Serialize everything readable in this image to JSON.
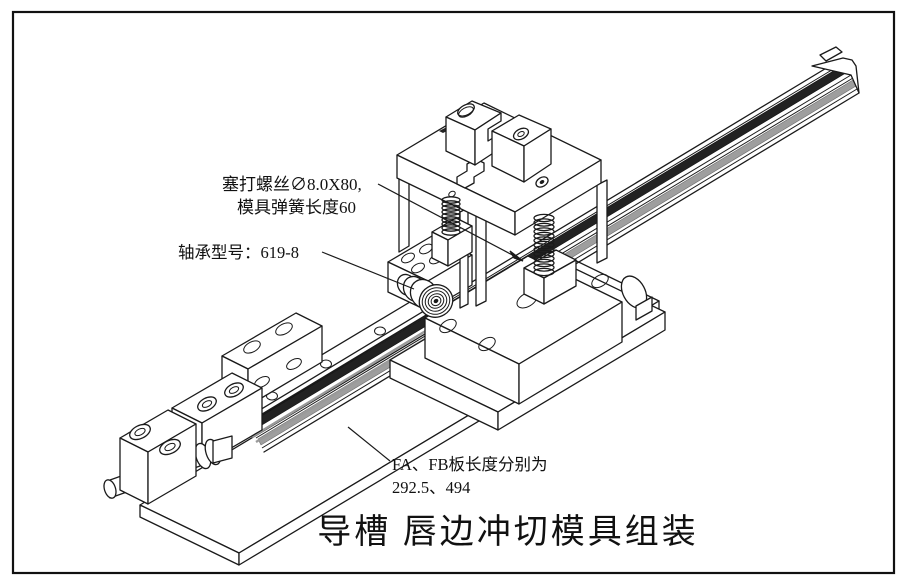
{
  "title": {
    "text": "导槽 唇边冲切模具组装"
  },
  "annotations": {
    "screw": {
      "line1": "塞打螺丝∅8.0X80,",
      "line2": "模具弹簧长度60"
    },
    "bearing": {
      "text": "轴承型号：619-8"
    },
    "plates": {
      "line1": "FA、FB板长度分别为",
      "line2": "292.5、494"
    }
  },
  "colors": {
    "line": "#1a1a1a",
    "background": "#ffffff",
    "rail_dark_band": "#222222",
    "rail_gray_band": "#9e9e9e",
    "border": "#111111"
  }
}
